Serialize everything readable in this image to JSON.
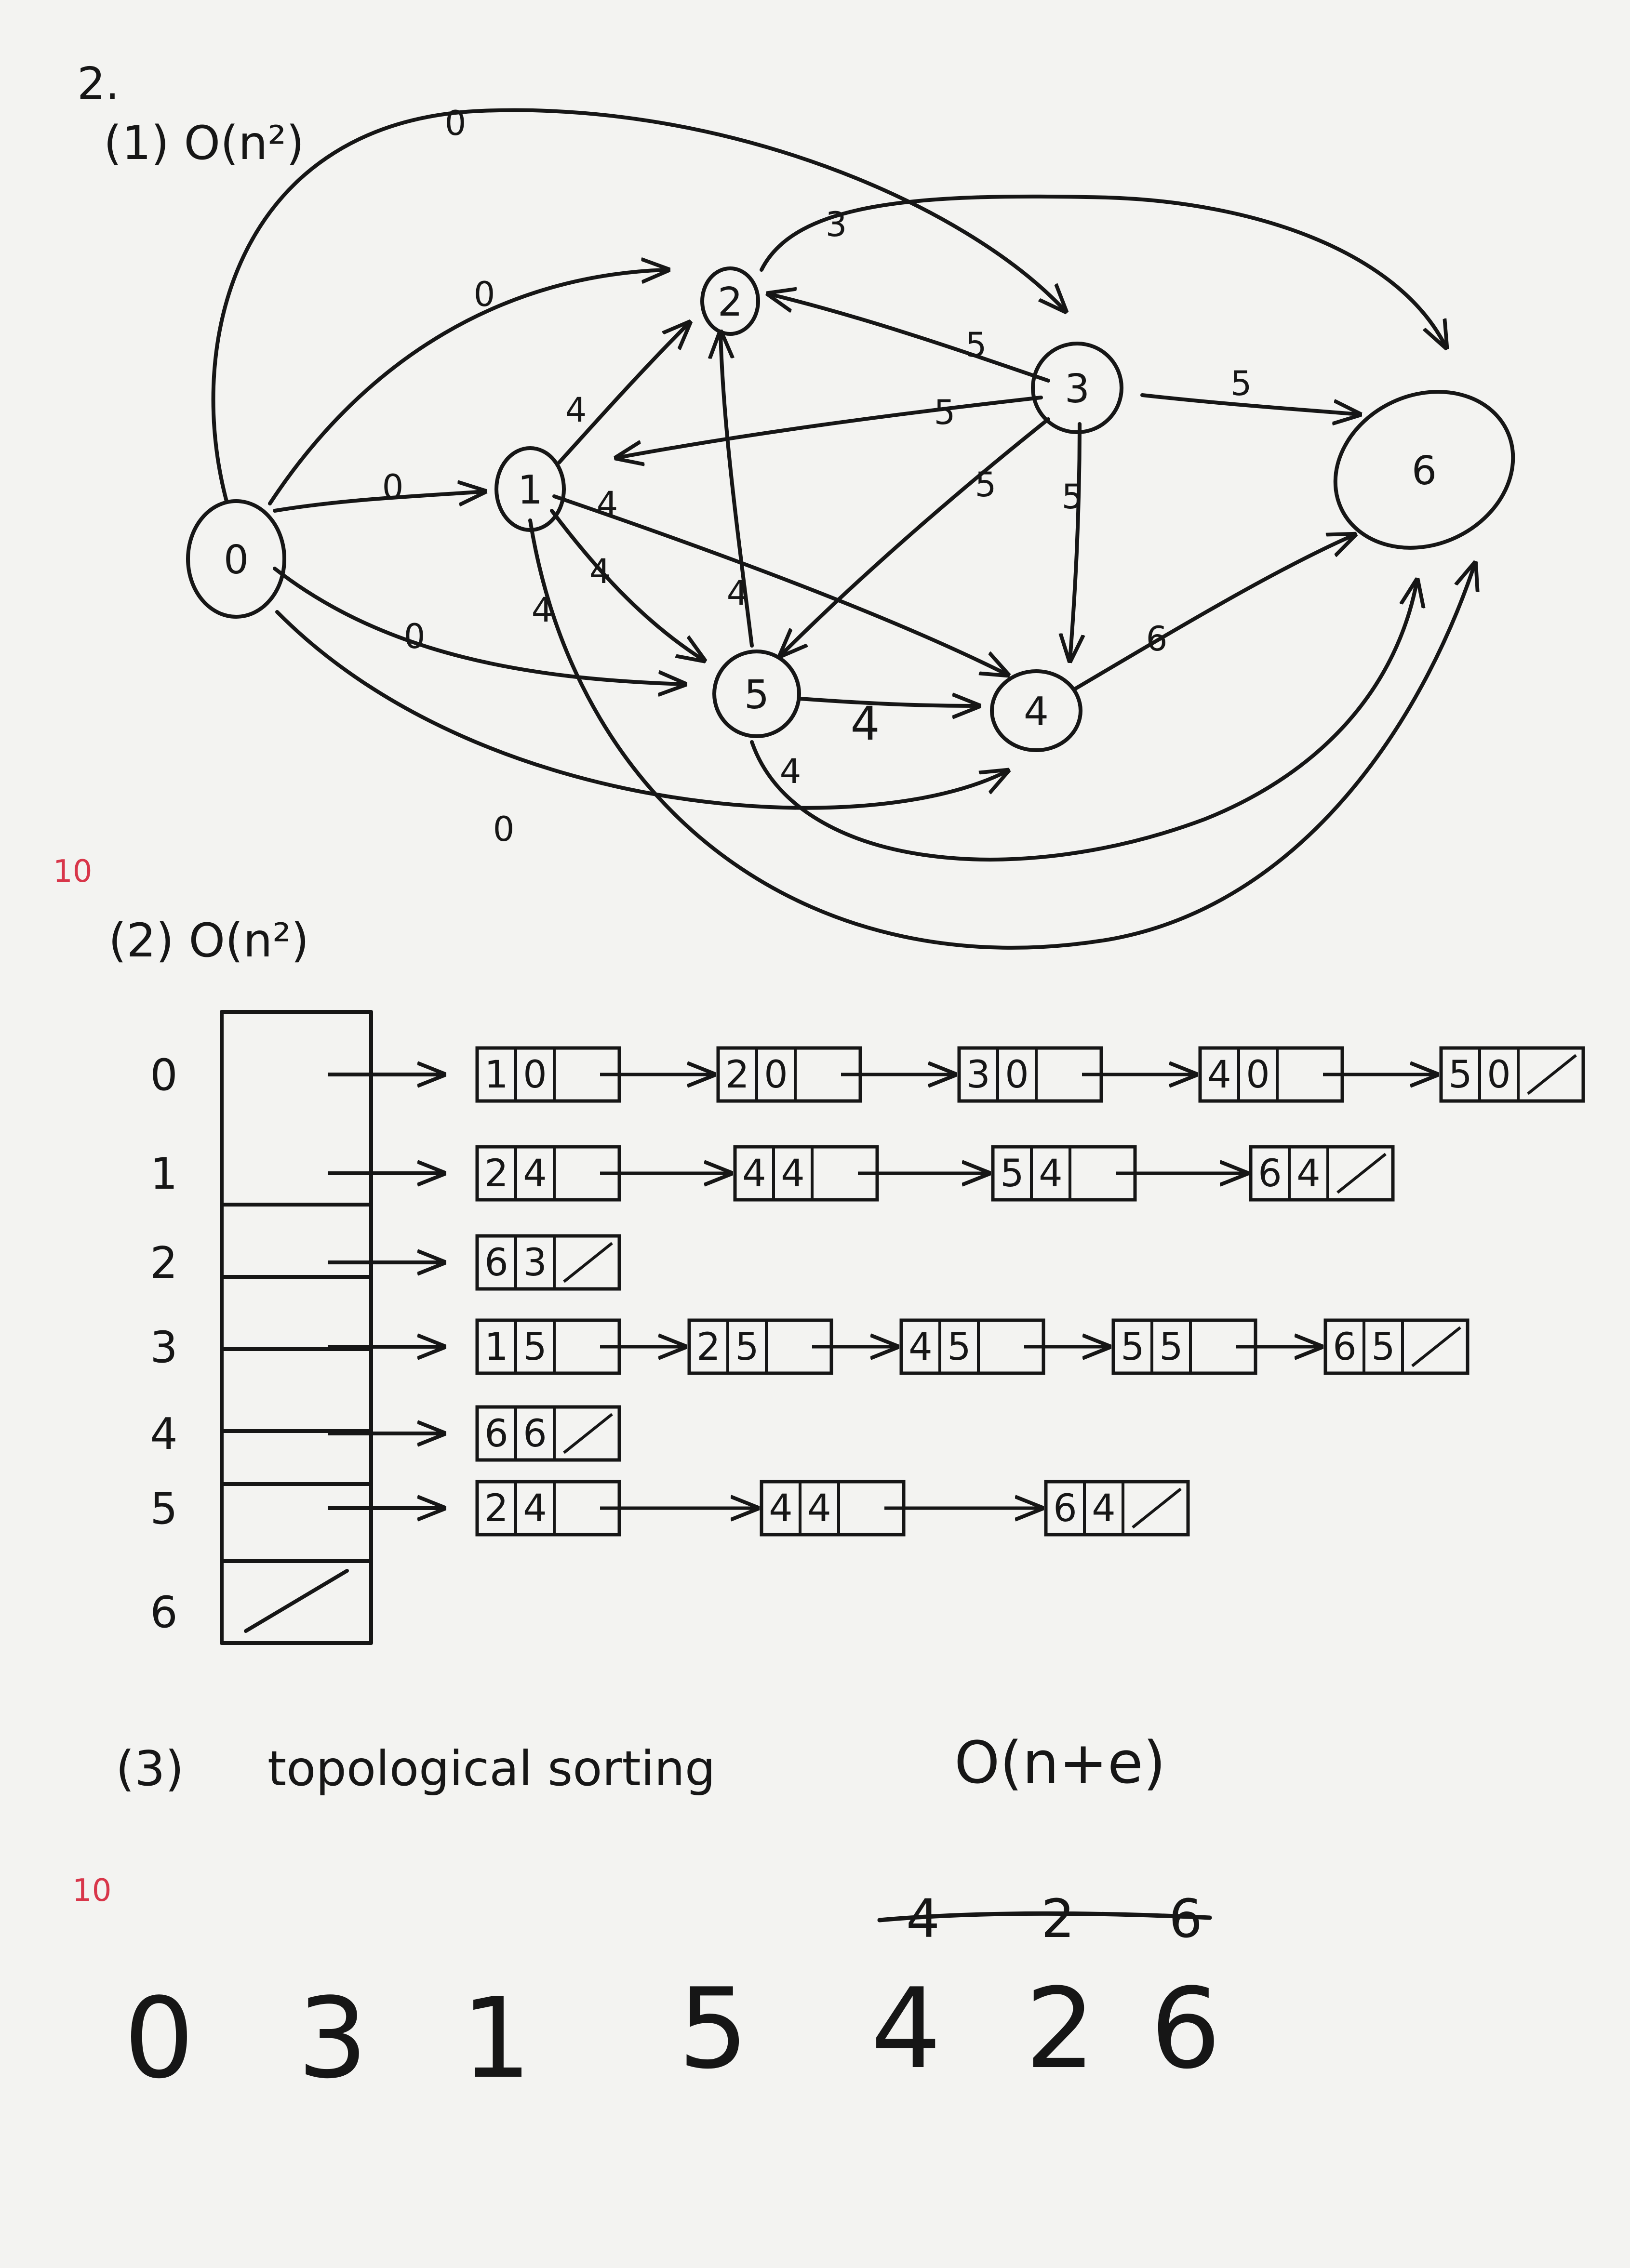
{
  "problem_number": "2.",
  "part1": {
    "label": "(1) O(n²)"
  },
  "graph": {
    "nodes": [
      "0",
      "1",
      "2",
      "3",
      "4",
      "5",
      "6"
    ],
    "edges": [
      {
        "from": "0",
        "to": "1",
        "weight": "0"
      },
      {
        "from": "0",
        "to": "2",
        "weight": "0"
      },
      {
        "from": "0",
        "to": "3",
        "weight": "0"
      },
      {
        "from": "0",
        "to": "4",
        "weight": "0"
      },
      {
        "from": "0",
        "to": "5",
        "weight": "0"
      },
      {
        "from": "1",
        "to": "2",
        "weight": "4"
      },
      {
        "from": "1",
        "to": "4",
        "weight": "4"
      },
      {
        "from": "1",
        "to": "5",
        "weight": "4"
      },
      {
        "from": "1",
        "to": "6",
        "weight": "4"
      },
      {
        "from": "2",
        "to": "6",
        "weight": "3"
      },
      {
        "from": "3",
        "to": "1",
        "weight": "5"
      },
      {
        "from": "3",
        "to": "2",
        "weight": "5"
      },
      {
        "from": "3",
        "to": "4",
        "weight": "5"
      },
      {
        "from": "3",
        "to": "5",
        "weight": "5"
      },
      {
        "from": "3",
        "to": "6",
        "weight": "5"
      },
      {
        "from": "4",
        "to": "6",
        "weight": "6"
      },
      {
        "from": "5",
        "to": "2",
        "weight": "4"
      },
      {
        "from": "5",
        "to": "4",
        "weight": "4"
      },
      {
        "from": "5",
        "to": "6",
        "weight": "4"
      }
    ]
  },
  "score_marks": [
    "10",
    "10"
  ],
  "part2": {
    "label": "(2) O(n²)"
  },
  "adjacency_list": [
    {
      "vertex": "0",
      "nodes": [
        [
          "1",
          "0"
        ],
        [
          "2",
          "0"
        ],
        [
          "3",
          "0"
        ],
        [
          "4",
          "0"
        ],
        [
          "5",
          "0"
        ]
      ]
    },
    {
      "vertex": "1",
      "nodes": [
        [
          "2",
          "4"
        ],
        [
          "4",
          "4"
        ],
        [
          "5",
          "4"
        ],
        [
          "6",
          "4"
        ]
      ]
    },
    {
      "vertex": "2",
      "nodes": [
        [
          "6",
          "3"
        ]
      ]
    },
    {
      "vertex": "3",
      "nodes": [
        [
          "1",
          "5"
        ],
        [
          "2",
          "5"
        ],
        [
          "4",
          "5"
        ],
        [
          "5",
          "5"
        ],
        [
          "6",
          "5"
        ]
      ]
    },
    {
      "vertex": "4",
      "nodes": [
        [
          "6",
          "6"
        ]
      ]
    },
    {
      "vertex": "5",
      "nodes": [
        [
          "2",
          "4"
        ],
        [
          "4",
          "4"
        ],
        [
          "6",
          "4"
        ]
      ]
    },
    {
      "vertex": "6",
      "nodes": []
    }
  ],
  "part3": {
    "label": "(3)",
    "title": "topological sorting",
    "complexity": "O(n+e)",
    "crossed_out": [
      "4",
      "2",
      "6"
    ],
    "order": [
      "0",
      "3",
      "1",
      "5",
      "4",
      "2",
      "6"
    ]
  }
}
